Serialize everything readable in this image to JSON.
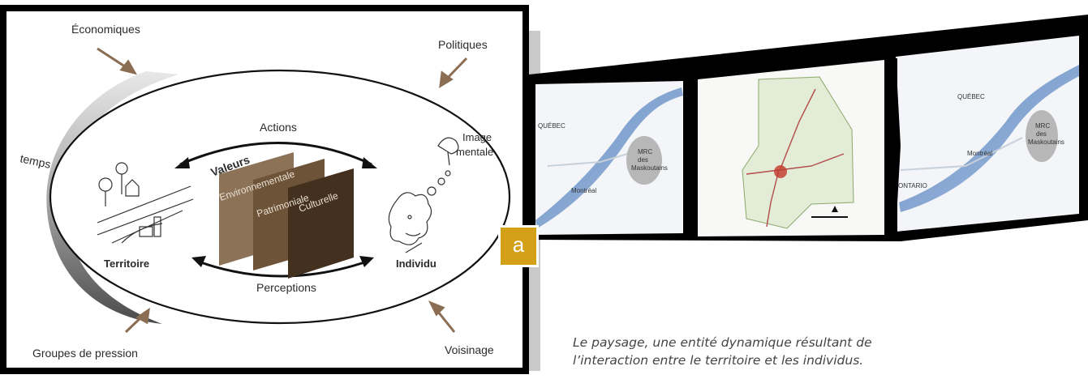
{
  "diagram": {
    "top_left": "Économiques",
    "top_right": "Politiques",
    "bottom_left": "Groupes de pression",
    "bottom_right": "Voisinage",
    "time": "temps",
    "actions": "Actions",
    "perceptions": "Perceptions",
    "territoire": "Territoire",
    "individu": "Individu",
    "image_mentale_1": "Image",
    "image_mentale_2": "mentale",
    "valeurs": "Valeurs",
    "panel_1": "Environnementale",
    "panel_2": "Patrimoniale",
    "panel_3": "Culturelle",
    "colors": {
      "panel_1": "#8c7358",
      "panel_2": "#6d5338",
      "panel_3": "#43301f",
      "ellipse_shadow": "#8f8f8f"
    }
  },
  "badge": {
    "label": "a",
    "color": "#d3a018"
  },
  "maps": {
    "map1_label_region": "QUÉBEC",
    "map1_city": "Montréal",
    "map1_mrc_1": "MRC",
    "map1_mrc_2": "des",
    "map1_mrc_3": "Maskoutains",
    "map3_label_region": "QUÉBEC",
    "map3_label_ontario": "ONTARIO",
    "map3_city": "Montréal",
    "map3_mrc_1": "MRC",
    "map3_mrc_2": "des",
    "map3_mrc_3": "Maskoutains"
  },
  "caption": {
    "line1": "Le paysage, une entité dynamique résultant de",
    "line2": "l’interaction entre le territoire et les individus."
  }
}
